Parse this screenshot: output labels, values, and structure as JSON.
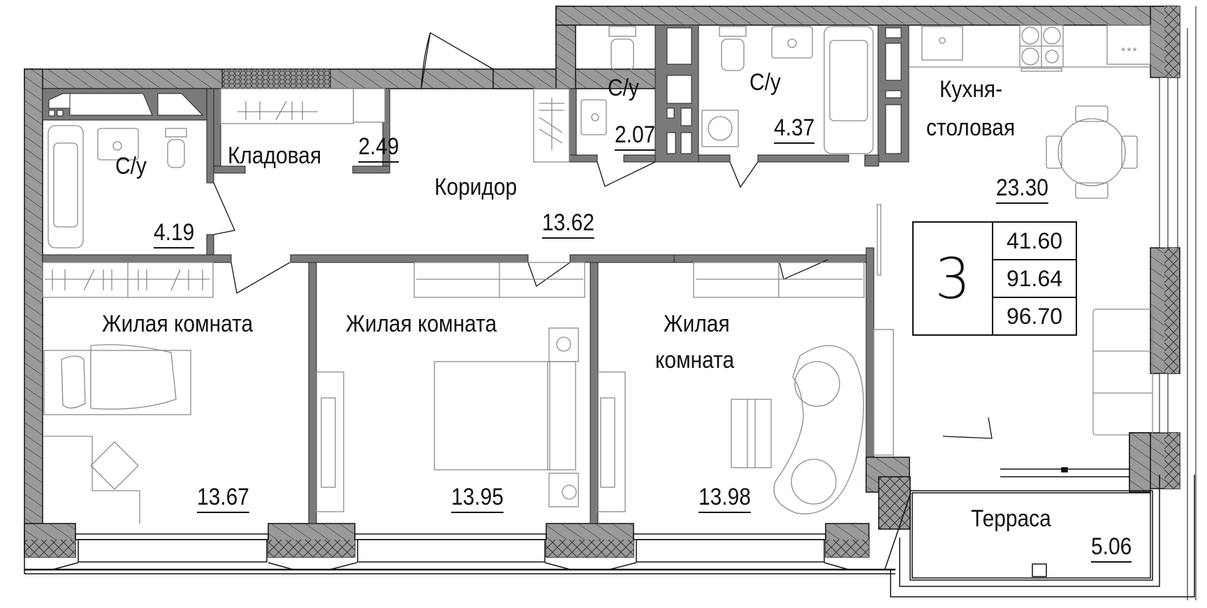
{
  "plan": {
    "rooms": [
      {
        "id": "bathroom-1",
        "name": "С/у",
        "area": "4.19"
      },
      {
        "id": "storage",
        "name": "Кладовая",
        "area": "2.49"
      },
      {
        "id": "corridor",
        "name": "Коридор",
        "area": "13.62"
      },
      {
        "id": "bathroom-2",
        "name": "С/у",
        "area": "2.07"
      },
      {
        "id": "bathroom-3",
        "name": "С/у",
        "area": "4.37"
      },
      {
        "id": "kitchen",
        "name": "Кухня-столовая",
        "name_line1": "Кухня-",
        "name_line2": "столовая",
        "area": "23.30"
      },
      {
        "id": "bedroom-1",
        "name": "Жилая комната",
        "area": "13.67"
      },
      {
        "id": "bedroom-2",
        "name": "Жилая комната",
        "area": "13.95"
      },
      {
        "id": "bedroom-3",
        "name": "Жилая комната",
        "name_line1": "Жилая",
        "name_line2": "комната",
        "area": "13.98"
      },
      {
        "id": "terrace",
        "name": "Терраса",
        "area": "5.06"
      }
    ],
    "summary": {
      "room_count": "3",
      "living_area": "41.60",
      "total_area": "91.64",
      "total_area_with_terrace": "96.70"
    },
    "fridge_mark": "***"
  },
  "colors": {
    "wall": "#7a7a7a",
    "wall_hatch": "#9a9a9a",
    "line": "#111111",
    "furniture": "#8a8a8a"
  }
}
